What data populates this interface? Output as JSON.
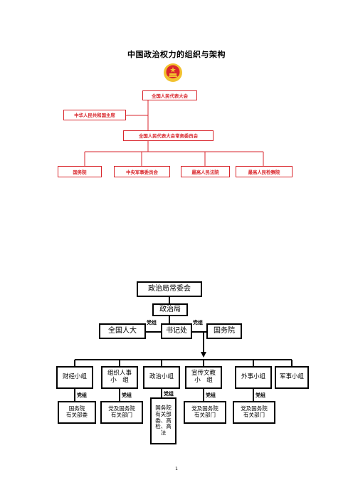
{
  "page": {
    "title": "中国政治权力的组织与架构",
    "page_number": "1"
  },
  "emblem": {
    "icon": "national-emblem"
  },
  "chart1": {
    "npc": "全国人民代表大会",
    "president": "中华人民共和国主席",
    "npc_standing": "全国人民代表大会常务委员会",
    "bottom": [
      "国务院",
      "中央军事委员会",
      "最高人民法院",
      "最高人民检察院"
    ]
  },
  "chart2": {
    "psc": "政治局常委会",
    "politburo": "政治局",
    "npc": "全国人大",
    "secretariat": "书记处",
    "state_council": "国务院",
    "party_group_label": "党组",
    "groups": [
      {
        "name": "财经小组"
      },
      {
        "line1": "组织人事",
        "line2": "小　组"
      },
      {
        "name": "政治小组"
      },
      {
        "line1": "宣传文教",
        "line2": "小　组"
      },
      {
        "name": "外事小组"
      },
      {
        "name": "军事小组"
      }
    ],
    "subs": [
      {
        "line1": "国务院",
        "line2": "有关部委"
      },
      {
        "line1": "党及国务院",
        "line2": "有关部门"
      },
      {
        "line1": "国务院",
        "line2": "有关部",
        "line3": "委、高",
        "line4": "检、高",
        "line5": "法"
      },
      {
        "line1": "党及国务院",
        "line2": "有关部门"
      },
      {
        "line1": "党及国务院",
        "line2": "有关部门"
      }
    ]
  }
}
